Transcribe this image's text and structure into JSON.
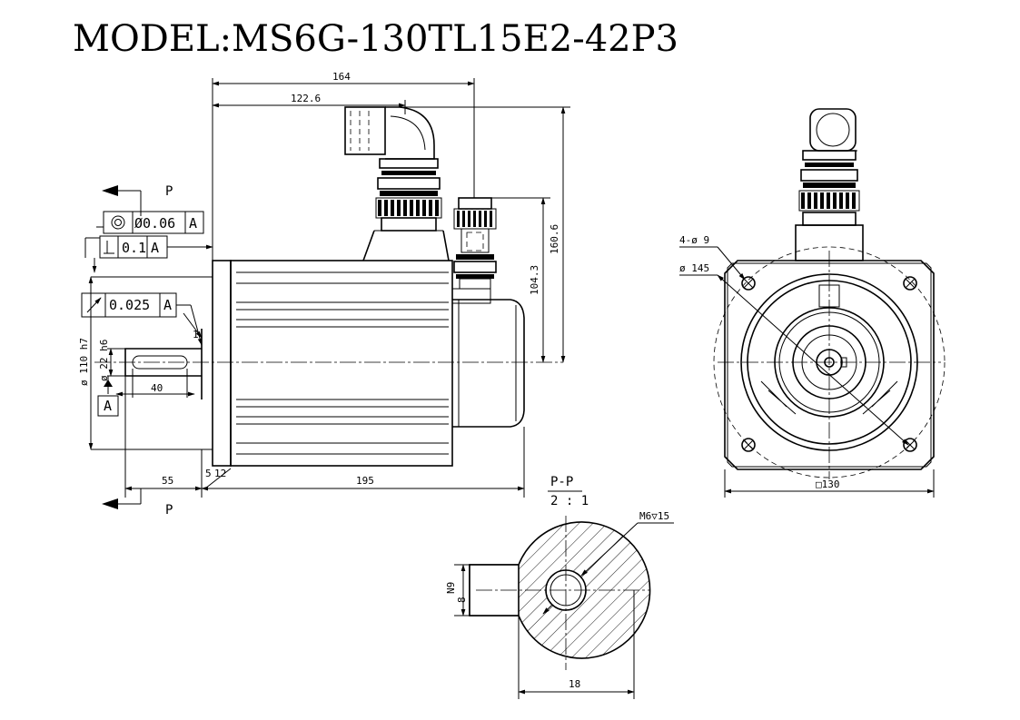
{
  "title": "MODEL:MS6G-130TL15E2-42P3",
  "dimensions": {
    "overall_length": "164",
    "connector_offset": "122.6",
    "height_to_top": "160.6",
    "height_to_encoder": "104.3",
    "flange_dia": "ø 110 h7",
    "shaft_dia": "ø 22 h6",
    "keyway_len": "40",
    "flange_thk": "1",
    "shaft_len": "55",
    "spigot_a": "5",
    "spigot_b": "12",
    "body_len": "195",
    "holes": "4-ø 9",
    "pcd": "ø 145",
    "square": "□130",
    "section_width": "18",
    "key_height": "N9",
    "key_width": "8",
    "thread": "M6▽15"
  },
  "tolerances": {
    "concentricity_value": "Ø0.06",
    "concentricity_datum": "A",
    "perpendicularity_value": "0.1",
    "perpendicularity_datum": "A",
    "runout_value": "0.025",
    "runout_datum": "A",
    "datum_label": "A"
  },
  "section": {
    "label_top": "P",
    "label_bottom": "P",
    "title": "P-P",
    "scale": "2 : 1"
  }
}
